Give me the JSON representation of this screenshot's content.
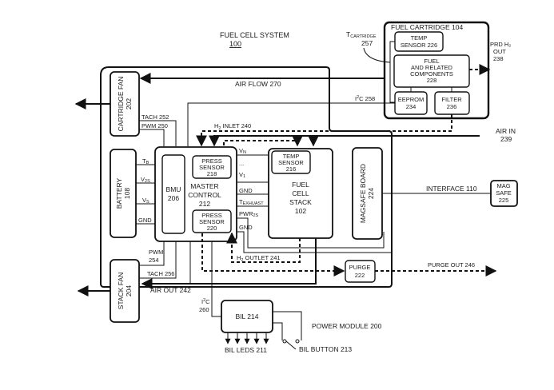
{
  "title": {
    "name": "FUEL CELL SYSTEM",
    "ref": "100"
  },
  "fuel_cartridge": {
    "title": "FUEL CARTRIDGE 104",
    "temp_sensor": [
      "TEMP",
      "SENSOR 226"
    ],
    "fuel": [
      "FUEL",
      "AND RELATED",
      "COMPONENTS",
      "228"
    ],
    "eeprom": [
      "EEPROM",
      "234"
    ],
    "filter": [
      "FILTER",
      "236"
    ],
    "t_cartridge": {
      "main": "T",
      "sub": "CARTRIDGE",
      "ref": "257"
    },
    "prd_out": [
      "PRD H₂",
      "OUT",
      "238"
    ]
  },
  "power_module": {
    "label": "POWER MODULE 200",
    "cartridge_fan": [
      "CARTRIDGE FAN",
      "202"
    ],
    "battery": [
      "BATTERY",
      "108"
    ],
    "bmu": [
      "BMU",
      "206"
    ],
    "master_control": [
      "MASTER",
      "CONTROL",
      "212"
    ],
    "press_sensor_218": [
      "PRESS",
      "SENSOR",
      "218"
    ],
    "press_sensor_220": [
      "PRESS",
      "SENSOR",
      "220"
    ],
    "temp_sensor_216": [
      "TEMP",
      "SENSOR",
      "216"
    ],
    "fuel_cell_stack": [
      "FUEL",
      "CELL",
      "STACK",
      "102"
    ],
    "magsafe_board": [
      "MAGSAFE BOARD",
      "224"
    ],
    "stack_fan": [
      "STACK FAN",
      "204"
    ],
    "purge": [
      "PURGE",
      "222"
    ],
    "bil": "BIL 214"
  },
  "mag_safe": [
    "MAG",
    "SAFE",
    "225"
  ],
  "signals": {
    "air_flow": "AIR FLOW 270",
    "i2c_258": "C 258",
    "i2c_prefix": "I",
    "i2c_sup": "2",
    "tach_252": "TACH 252",
    "pwm_250": "PWM 250",
    "h2_inlet": "INLET 240",
    "h2_outlet": "OUTLET 241",
    "h2_h": "H",
    "h2_sub": "2",
    "air_in": [
      "AIR IN",
      "239"
    ],
    "interface": "INTERFACE 110",
    "pwm_254": [
      "PWM",
      "254"
    ],
    "tach_256": "TACH 256",
    "air_out": "AIR OUT 242",
    "purge_out": "PURGE OUT 246",
    "i2c_260": [
      "C",
      "260"
    ],
    "bil_leds": "BIL LEDS 211",
    "bil_button": "BIL BUTTON 213",
    "tb": {
      "main": "T",
      "sub": "B"
    },
    "v2s": {
      "main": "V",
      "sub": "2S"
    },
    "vs": {
      "main": "V",
      "sub": "S"
    },
    "gnd": "GND",
    "vn": {
      "main": "V",
      "sub": "N"
    },
    "dots": "...",
    "v1": {
      "main": "V",
      "sub": "1"
    },
    "texhaust": {
      "main": "T",
      "sub": "EXHUAST"
    },
    "pwr2s": {
      "main": "PWR",
      "sub": "2S"
    }
  }
}
